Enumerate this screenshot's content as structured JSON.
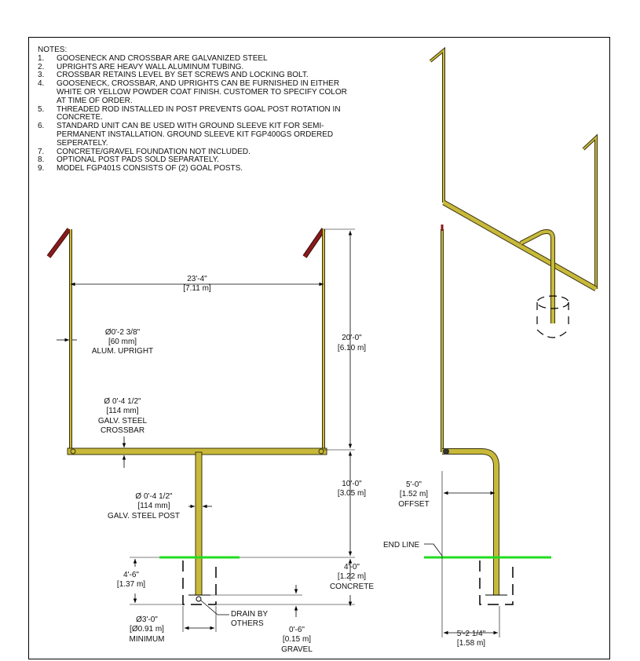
{
  "notes": {
    "heading": "NOTES:",
    "items": [
      {
        "num": "1.",
        "text": "GOOSENECK AND CROSSBAR ARE GALVANIZED STEEL"
      },
      {
        "num": "2.",
        "text": "UPRIGHTS ARE HEAVY WALL ALUMINUM TUBING."
      },
      {
        "num": "3.",
        "text": "CROSSBAR RETAINS LEVEL BY SET SCREWS AND LOCKING BOLT."
      },
      {
        "num": "4.",
        "text": "GOOSENECK, CROSSBAR, AND UPRIGHTS CAN BE FURNISHED IN EITHER WHITE OR YELLOW POWDER COAT FINISH.  CUSTOMER TO SPECIFY COLOR AT TIME OF ORDER."
      },
      {
        "num": "5.",
        "text": "THREADED ROD INSTALLED IN POST PREVENTS GOAL POST ROTATION IN CONCRETE."
      },
      {
        "num": "6.",
        "text": "STANDARD UNIT CAN BE USED WITH GROUND SLEEVE KIT FOR SEMI-PERMANENT INSTALLATION.  GROUND SLEEVE KIT FGP400GS ORDERED SEPERATELY."
      },
      {
        "num": "7.",
        "text": "CONCRETE/GRAVEL FOUNDATION NOT INCLUDED."
      },
      {
        "num": "8.",
        "text": "OPTIONAL POST PADS SOLD SEPARATELY."
      },
      {
        "num": "9.",
        "text": "MODEL FGP401S CONSISTS OF (2) GOAL POSTS."
      }
    ]
  },
  "front": {
    "width": {
      "l1": "23'-4\"",
      "l2": "[7.11 m]"
    },
    "upright_dia": {
      "l1": "Ø0'-2 3/8\"",
      "l2": "[60 mm]",
      "l3": "ALUM. UPRIGHT"
    },
    "crossbar_dia": {
      "l1": "Ø 0'-4 1/2\"",
      "l2": "[114 mm]",
      "l3": "GALV. STEEL",
      "l4": "CROSSBAR"
    },
    "upright_height": {
      "l1": "20'-0\"",
      "l2": "[6.10 m]"
    },
    "post_height": {
      "l1": "10'-0\"",
      "l2": "[3.05 m]"
    },
    "post_dia": {
      "l1": "Ø 0'-4 1/2\"",
      "l2": "[114 mm]",
      "l3": "GALV. STEEL POST"
    },
    "depth": {
      "l1": "4'-6\"",
      "l2": "[1.37 m]"
    },
    "concrete": {
      "l1": "4'-0\"",
      "l2": "[1.22 m]",
      "l3": "CONCRETE"
    },
    "drain": {
      "l1": "DRAIN BY",
      "l2": "OTHERS"
    },
    "hole_dia": {
      "l1": "Ø3'-0\"",
      "l2": "[Ø0.91 m]",
      "l3": "MINIMUM"
    },
    "gravel": {
      "l1": "0'-6\"",
      "l2": "[0.15 m]",
      "l3": "GRAVEL"
    }
  },
  "side": {
    "offset": {
      "l1": "5'-0\"",
      "l2": "[1.52 m]",
      "l3": "OFFSET"
    },
    "end_line": "END LINE",
    "bottom": {
      "l1": "5'-2 1/4\"",
      "l2": "[1.58 m]"
    }
  },
  "colors": {
    "tube": "#c8b93a",
    "tube_edge": "#3a3410",
    "flag": "#8b1a1a",
    "grass": "#22dd22",
    "line": "#000000"
  }
}
